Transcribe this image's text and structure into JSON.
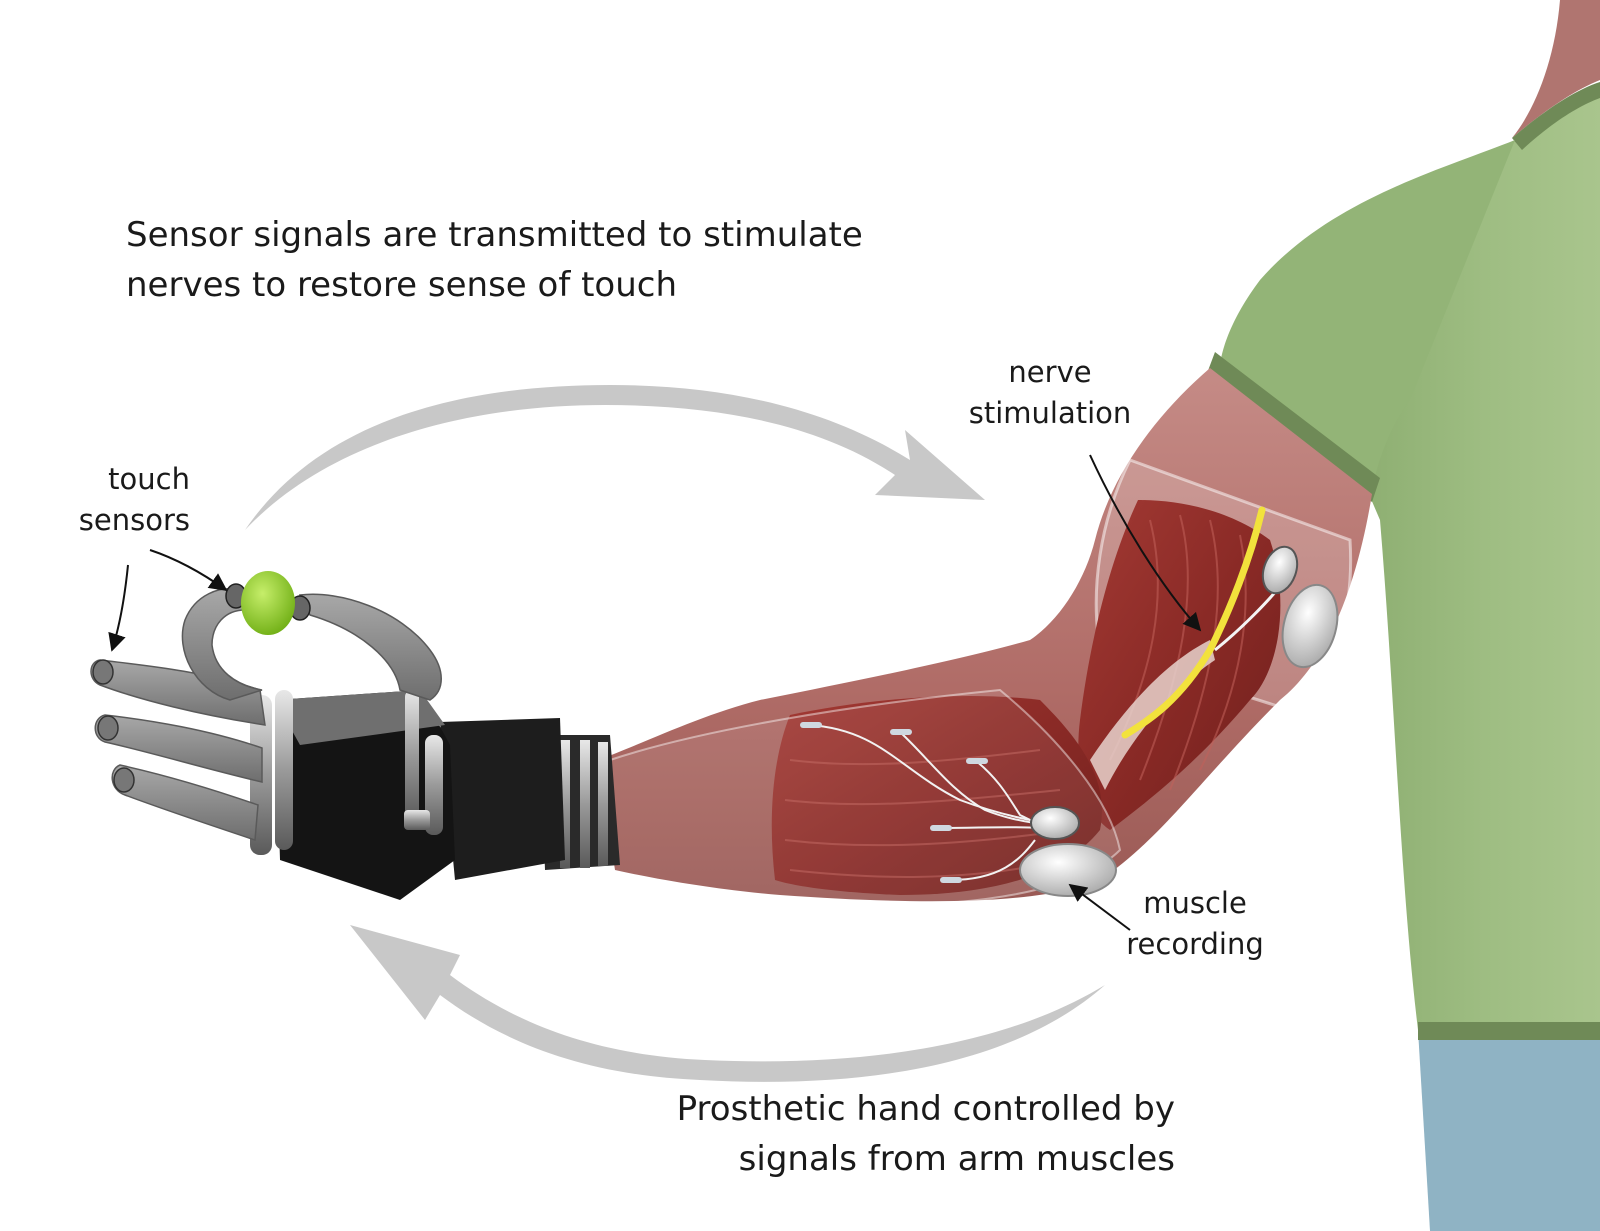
{
  "captions": {
    "top": {
      "line1": "Sensor signals are transmitted to stimulate",
      "line2": "nerves to restore sense of touch"
    },
    "bottom": {
      "line1": "Prosthetic hand controlled by",
      "line2": "signals from arm muscles"
    }
  },
  "callouts": {
    "touch_sensors": {
      "line1": "touch",
      "line2": "sensors"
    },
    "nerve_stimulation": {
      "line1": "nerve",
      "line2": "stimulation"
    },
    "muscle_recording": {
      "line1": "muscle",
      "line2": "recording"
    }
  },
  "colors": {
    "shirt": "#9ebd82",
    "shirt_band": "#6f8a57",
    "skin": "#b6726d",
    "muscle": "#8e2c28",
    "nerve": "#f2e23c",
    "sensor_ball": "#8fcf2a",
    "prosthetic_gray": "#8f8f8f",
    "arrow_gray": "#c8c8c8",
    "jeans": "#8fb3c4"
  }
}
